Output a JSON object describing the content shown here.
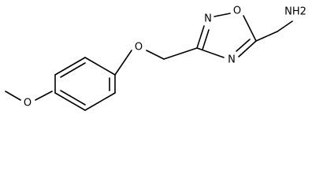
{
  "molecule": {
    "atom_labels": {
      "ether_oxygen": "O",
      "methoxy_oxygen": "O",
      "ring_oxygen": "O",
      "ring_n2": "N",
      "ring_n4": "N",
      "amine": "NH2"
    },
    "colors": {
      "bond": "#000000",
      "text": "#000000",
      "background": "#ffffff"
    }
  }
}
